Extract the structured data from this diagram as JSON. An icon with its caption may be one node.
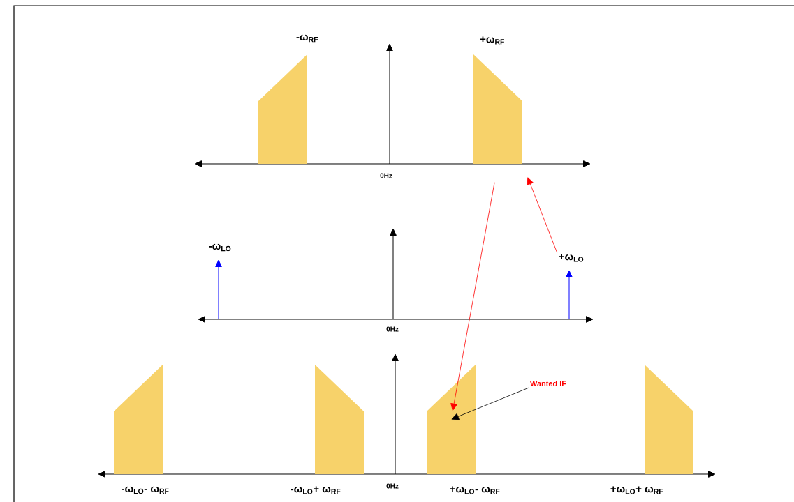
{
  "diagram": {
    "nodes": [
      {
        "text": [],
        "shape": "trapezoid",
        "beside": [
          "-ω$_{RF}$"
        ]
      },
      {
        "text": [],
        "shape": "trapezoid",
        "beside": [
          "+ω$_{RF}$"
        ]
      },
      {
        "text": [
          "-ω$_{LO}$"
        ]
      },
      {
        "text": [
          "+ω$_{LO}$"
        ]
      },
      {
        "text": [],
        "shape": "trapezoid",
        "beside": [
          "-ω$_{LO}$- ω$_{RF}$"
        ]
      },
      {
        "text": [],
        "shape": "trapezoid",
        "beside": [
          "-ω$_{LO}$+ ω$_{RF}$"
        ]
      },
      {
        "text": [],
        "shape": "trapezoid",
        "beside": [
          "+ω$_{LO}$- ω$_{RF}$"
        ]
      },
      {
        "text": [],
        "shape": "trapezoid",
        "beside": [
          "+ω$_{LO}$+ ω$_{RF}$"
        ]
      },
      {
        "text": [
          "Wanted IF"
        ]
      }
    ],
    "edges": [
      {
        "from": 1,
        "to": 6,
        "arrow": "to",
        "color": "#ff0000"
      },
      {
        "from": 3,
        "to": 1,
        "arrow": "to",
        "color": "#ff0000"
      },
      {
        "from": 8,
        "to": 6,
        "arrow": "to",
        "color": "#000000"
      }
    ],
    "labels": [
      "0Hz",
      "0Hz",
      "0Hz"
    ]
  }
}
